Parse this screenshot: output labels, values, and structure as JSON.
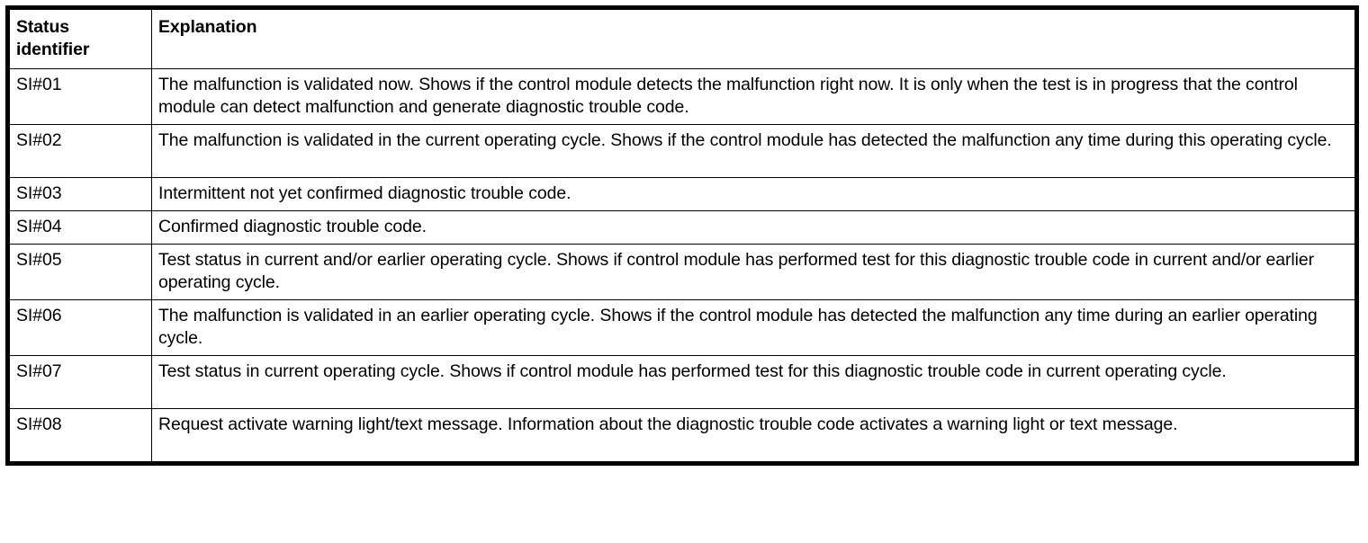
{
  "table": {
    "columns": [
      {
        "key": "status_identifier",
        "label_line1": "Status",
        "label_line2": "identifier"
      },
      {
        "key": "explanation",
        "label": "Explanation"
      }
    ],
    "rows": [
      {
        "status_identifier": "SI#01",
        "explanation": "The malfunction is validated now. Shows if the control module detects the malfunction right now. It is only when the test is in progress that the control module can detect malfunction and generate diagnostic trouble code."
      },
      {
        "status_identifier": "SI#02",
        "explanation": "The malfunction is validated in the current operating cycle. Shows if the control module has detected the malfunction any time during this operating cycle."
      },
      {
        "status_identifier": "SI#03",
        "explanation": "Intermittent not yet confirmed diagnostic trouble code."
      },
      {
        "status_identifier": "SI#04",
        "explanation": "Confirmed diagnostic trouble code."
      },
      {
        "status_identifier": "SI#05",
        "explanation": "Test status in current and/or earlier operating cycle. Shows if control module has performed test for this diagnostic trouble code in current and/or earlier operating cycle."
      },
      {
        "status_identifier": "SI#06",
        "explanation": "The malfunction is validated in an earlier operating cycle. Shows if the control module has detected the malfunction any time during an earlier operating cycle."
      },
      {
        "status_identifier": "SI#07",
        "explanation": "Test status in current operating cycle. Shows if control module has performed test for this diagnostic trouble code in current operating cycle."
      },
      {
        "status_identifier": "SI#08",
        "explanation": "Request activate warning light/text message. Information about the diagnostic trouble code activates a warning light or text message."
      }
    ]
  },
  "colors": {
    "border": "#000000",
    "background": "#ffffff",
    "text": "#000000"
  }
}
